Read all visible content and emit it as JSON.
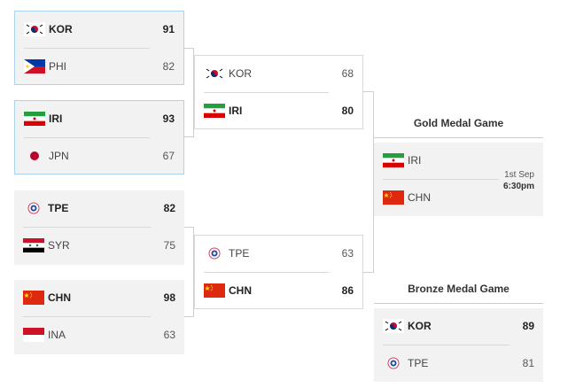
{
  "quarterfinals": [
    {
      "teams": [
        {
          "code": "KOR",
          "score": "91",
          "flag": "kor"
        },
        {
          "code": "PHI",
          "score": "82",
          "flag": "phi"
        }
      ]
    },
    {
      "teams": [
        {
          "code": "IRI",
          "score": "93",
          "flag": "iri"
        },
        {
          "code": "JPN",
          "score": "67",
          "flag": "jpn"
        }
      ]
    },
    {
      "teams": [
        {
          "code": "TPE",
          "score": "82",
          "flag": "tpe"
        },
        {
          "code": "SYR",
          "score": "75",
          "flag": "syr"
        }
      ]
    },
    {
      "teams": [
        {
          "code": "CHN",
          "score": "98",
          "flag": "chn"
        },
        {
          "code": "INA",
          "score": "63",
          "flag": "ina"
        }
      ]
    }
  ],
  "semifinals": [
    {
      "teams": [
        {
          "code": "KOR",
          "score": "68",
          "flag": "kor"
        },
        {
          "code": "IRI",
          "score": "80",
          "flag": "iri"
        }
      ]
    },
    {
      "teams": [
        {
          "code": "TPE",
          "score": "63",
          "flag": "tpe"
        },
        {
          "code": "CHN",
          "score": "86",
          "flag": "chn"
        }
      ]
    }
  ],
  "gold": {
    "title": "Gold Medal Game",
    "teams": [
      {
        "code": "IRI",
        "flag": "iri"
      },
      {
        "code": "CHN",
        "flag": "chn"
      }
    ],
    "date": "1st Sep",
    "time": "6:30pm"
  },
  "bronze": {
    "title": "Bronze Medal Game",
    "teams": [
      {
        "code": "KOR",
        "score": "89",
        "flag": "kor"
      },
      {
        "code": "TPE",
        "score": "81",
        "flag": "tpe"
      }
    ]
  },
  "colors": {
    "selected_border": "#a9d3ee",
    "connector": "#cfcfcf",
    "panel": "#f2f2f2"
  }
}
